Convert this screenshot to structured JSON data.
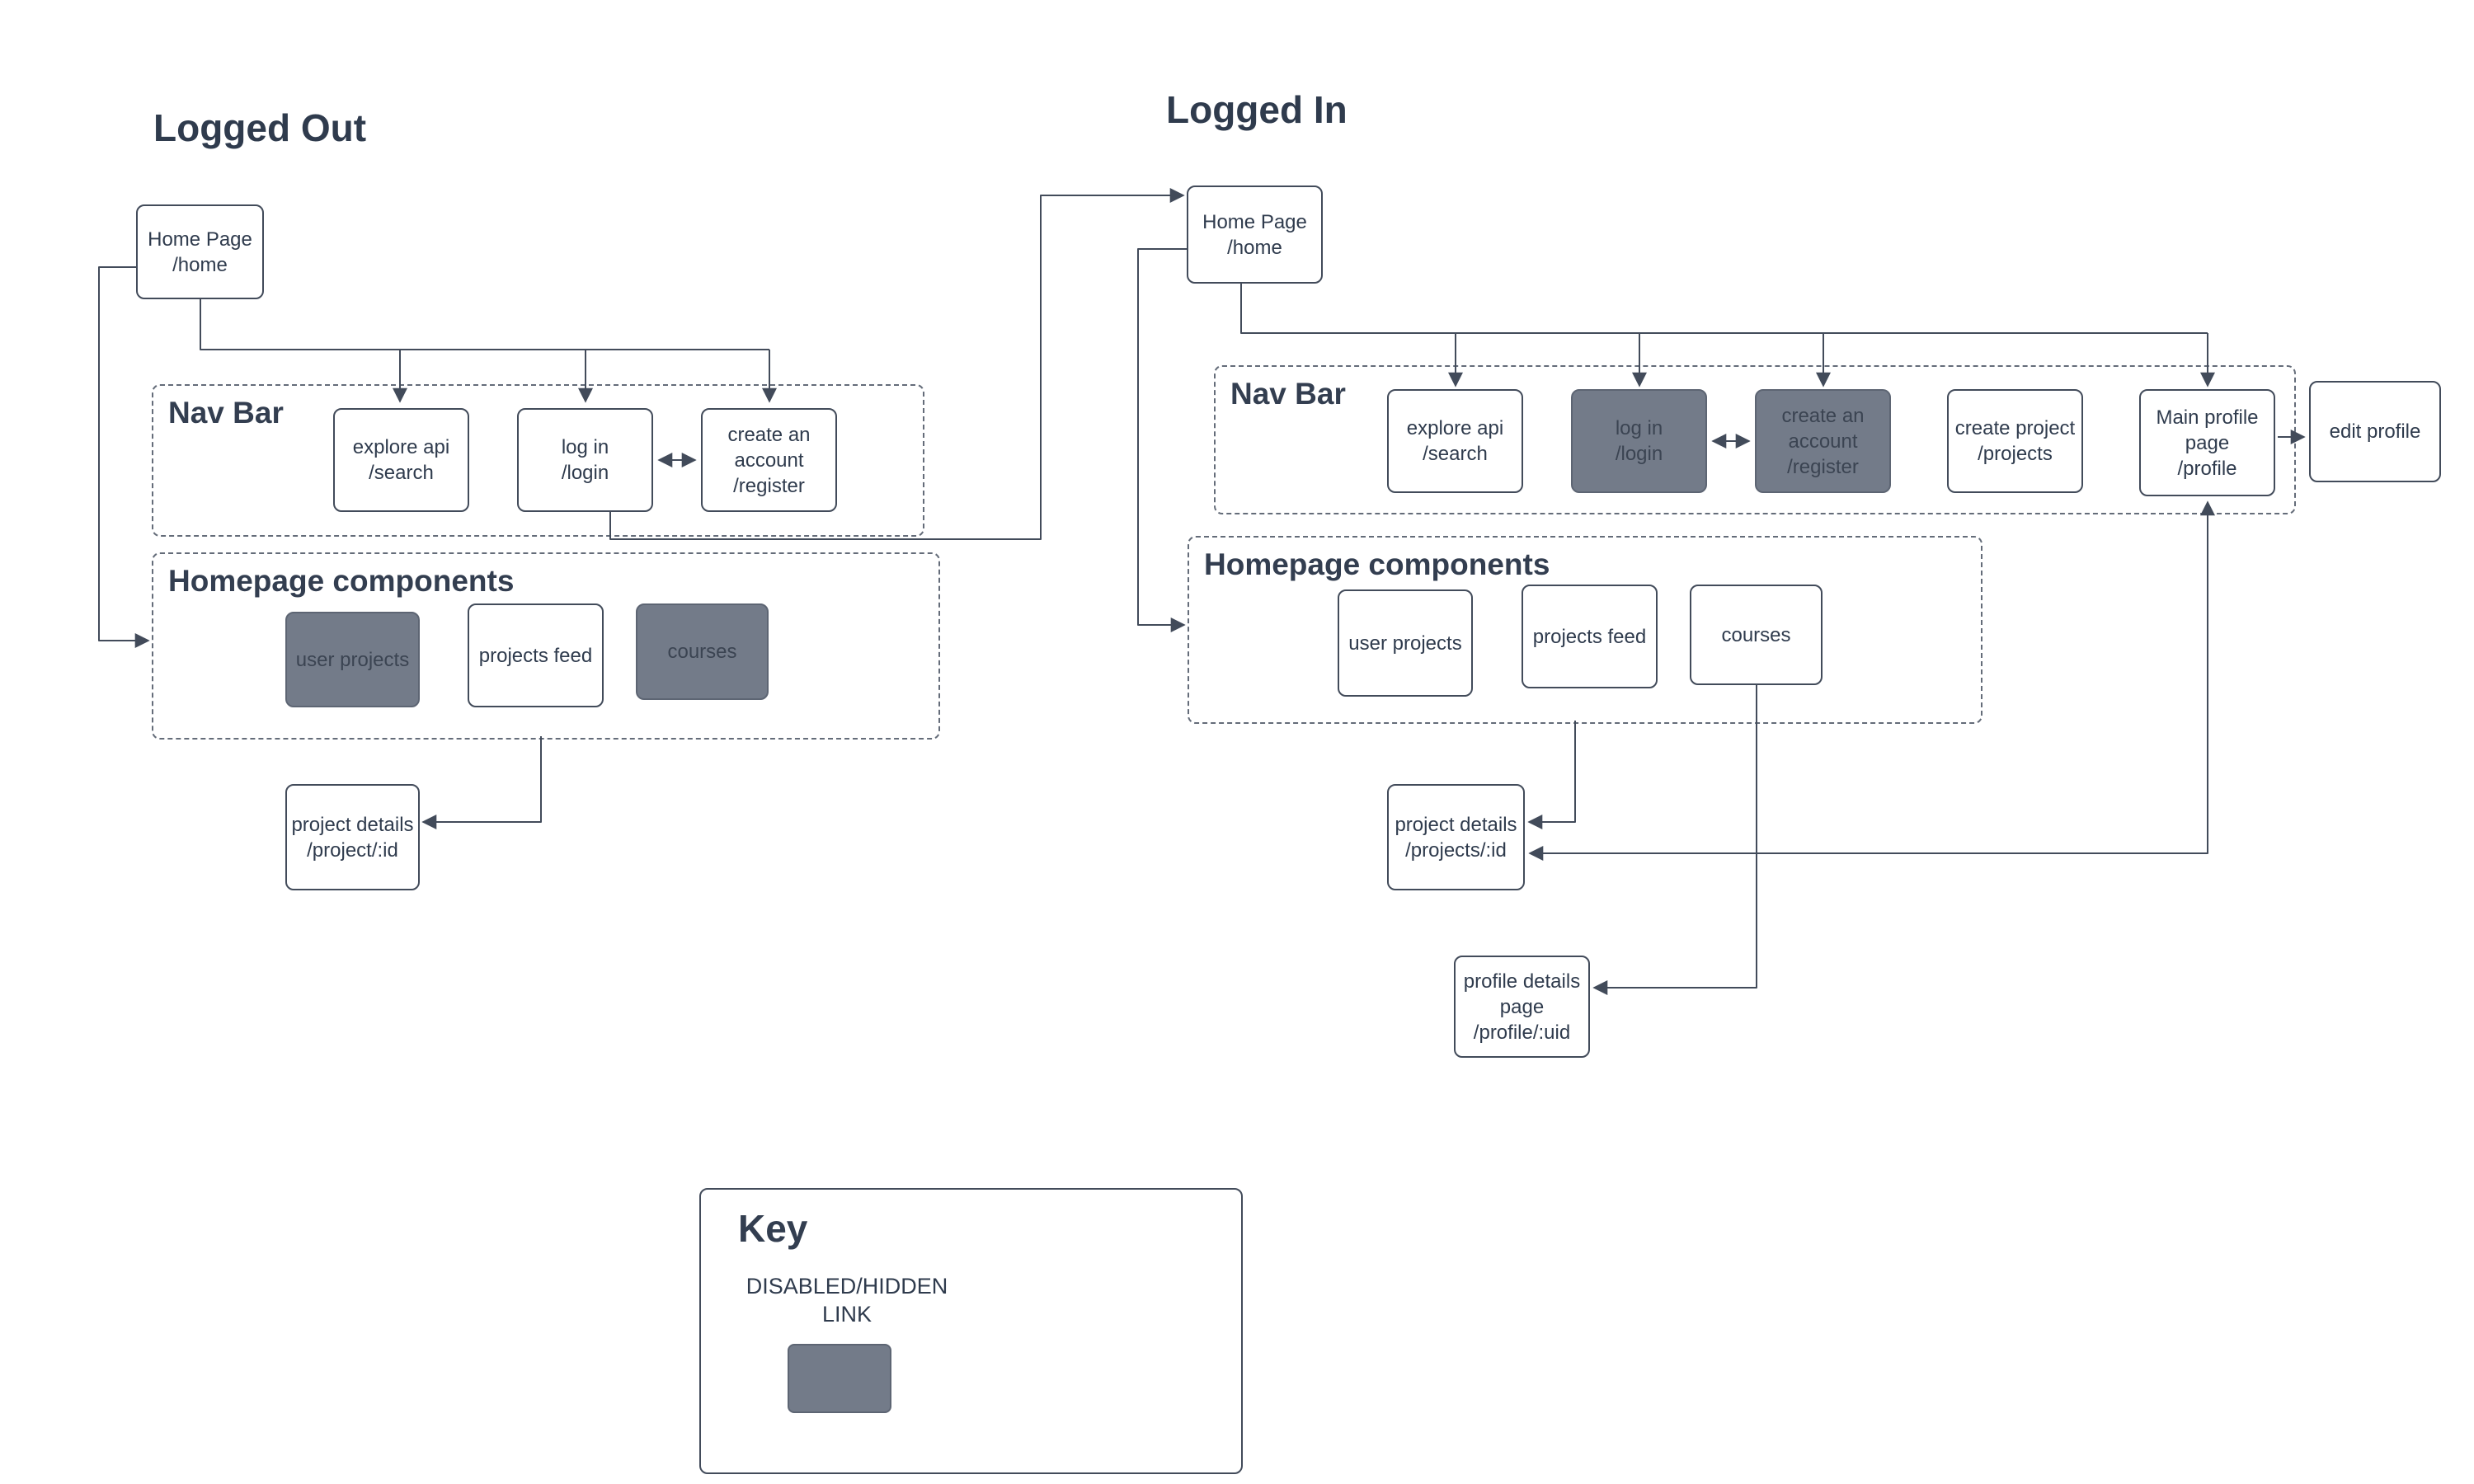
{
  "logged_out": {
    "title": "Logged Out",
    "home": {
      "title": "Home Page",
      "path": "/home"
    },
    "nav_bar": {
      "label": "Nav Bar",
      "explore": {
        "title": "explore api",
        "path": "/search"
      },
      "login": {
        "title": "log in",
        "path": "/login"
      },
      "register": {
        "title": "create an account",
        "path": "/register"
      }
    },
    "homepage_components": {
      "label": "Homepage components",
      "user_projects": {
        "title": "user projects",
        "disabled": true
      },
      "projects_feed": {
        "title": "projects feed",
        "disabled": false
      },
      "courses": {
        "title": "courses",
        "disabled": true
      }
    },
    "project_details": {
      "title": "project details",
      "path": "/project/:id"
    }
  },
  "logged_in": {
    "title": "Logged In",
    "home": {
      "title": "Home Page",
      "path": "/home"
    },
    "nav_bar": {
      "label": "Nav Bar",
      "explore": {
        "title": "explore api",
        "path": "/search"
      },
      "login": {
        "title": "log in",
        "path": "/login",
        "disabled": true
      },
      "register": {
        "title": "create an account",
        "path": "/register",
        "disabled": true
      },
      "create_project": {
        "title": "create project",
        "path": "/projects"
      },
      "main_profile": {
        "title": "Main profile page",
        "path": "/profile"
      }
    },
    "edit_profile": {
      "title": "edit profile"
    },
    "homepage_components": {
      "label": "Homepage components",
      "user_projects": {
        "title": "user projects",
        "disabled": false
      },
      "projects_feed": {
        "title": "projects feed",
        "disabled": false
      },
      "courses": {
        "title": "courses",
        "disabled": false
      }
    },
    "project_details": {
      "title": "project details",
      "path": "/projects/:id"
    },
    "profile_details": {
      "title": "profile details page",
      "path": "/profile/:uid"
    }
  },
  "key": {
    "title": "Key",
    "disabled_label": "DISABLED/HIDDEN LINK"
  },
  "colors": {
    "line": "#424b5a",
    "text": "#2f3b4d",
    "disabled_fill": "#737b89",
    "dashed_border": "#646c79"
  }
}
